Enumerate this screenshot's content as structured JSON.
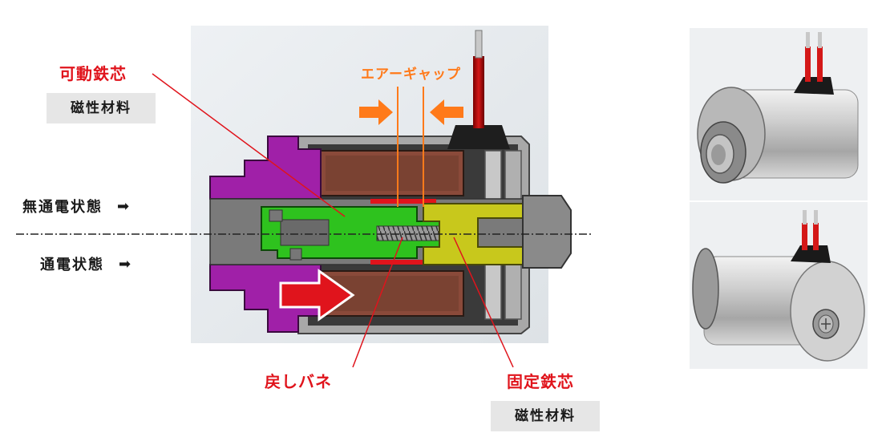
{
  "labels": {
    "moving_core": "可動鉄芯",
    "moving_core_material": "磁性材料",
    "air_gap": "エアーギャップ",
    "de_energized": "無通電状態",
    "energized": "通電状態",
    "return_spring": "戻しバネ",
    "fixed_core": "固定鉄芯",
    "fixed_core_material": "磁性材料"
  },
  "state_arrow_glyph": "➡",
  "colors": {
    "label_red": "#e0141c",
    "label_orange": "#ff7a1a",
    "arrow_orange": "#ff7a1a",
    "arrow_red": "#e0141c",
    "housing_purple": "#a020a8",
    "moving_core_green": "#2ec21e",
    "fixed_core_yellow": "#c8c81c",
    "coil_brown": "#8a4a3a",
    "body_gray": "#b8b8b8",
    "tag_gray": "#e6e6e6"
  }
}
